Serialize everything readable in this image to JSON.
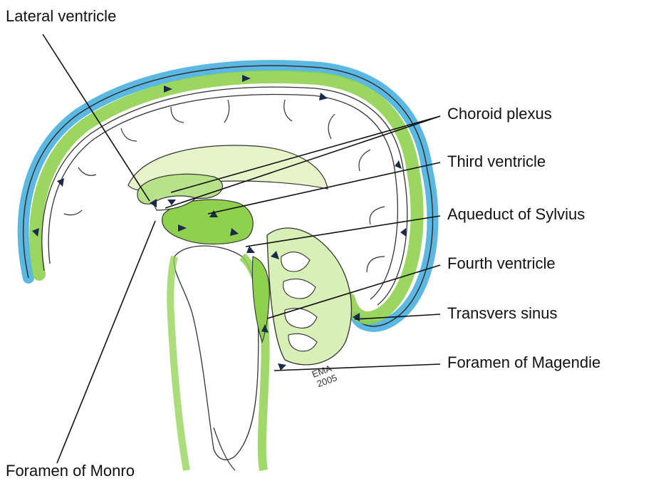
{
  "labels": {
    "lateral_ventricle": "Lateral ventricle",
    "choroid_plexus": "Choroid plexus",
    "third_ventricle": "Third ventricle",
    "aqueduct_of_sylvius": "Aqueduct of Sylvius",
    "fourth_ventricle": "Fourth ventricle",
    "transvers_sinus": "Transvers sinus",
    "foramen_of_magendie": "Foramen of Magendie",
    "foramen_of_monro": "Foramen of Monro"
  },
  "signature": {
    "line1": "EMA",
    "line2": "2005"
  },
  "colors": {
    "csf_green": "#8fd14f",
    "sinus_blue": "#5bb8e3",
    "outline": "#333333",
    "leader": "#111111",
    "arrow": "#1c2a4a"
  }
}
